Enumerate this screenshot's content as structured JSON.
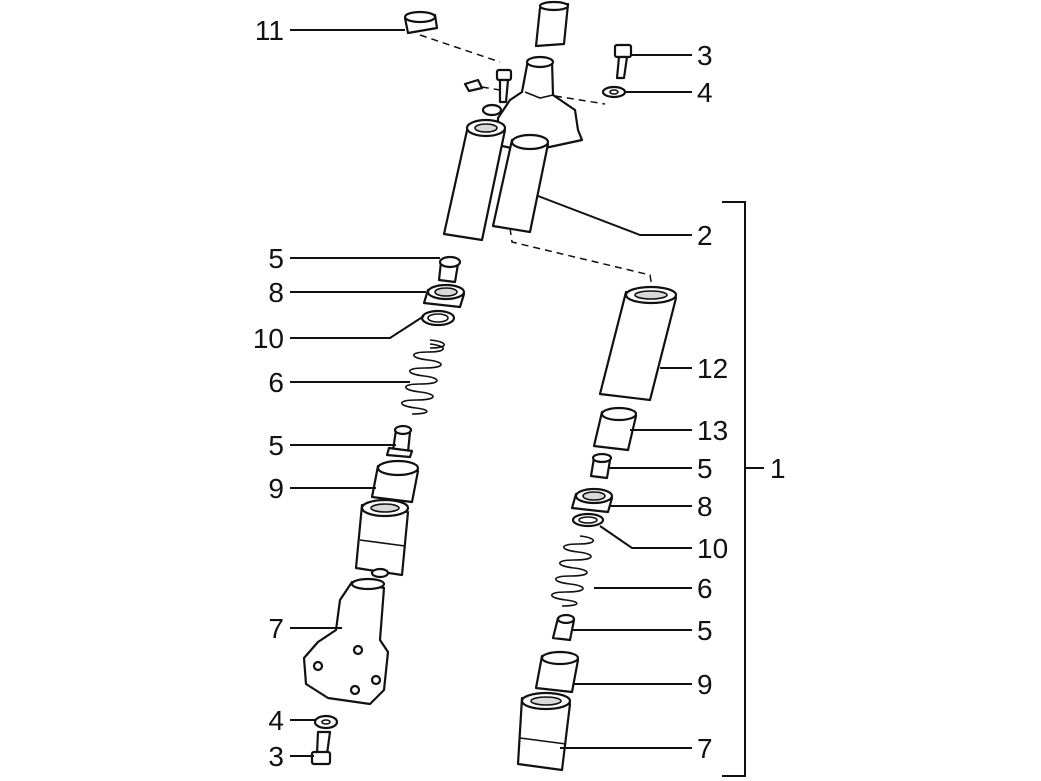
{
  "callouts": {
    "c11": "11",
    "c3_top": "3",
    "c4_top": "4",
    "c2": "2",
    "c1": "1",
    "c12": "12",
    "c13": "13",
    "c5_r1": "5",
    "c8_r": "8",
    "c10_r": "10",
    "c6_r": "6",
    "c5_r2": "5",
    "c9_r": "9",
    "c7_r": "7",
    "c5_l1": "5",
    "c8_l": "8",
    "c10_l": "10",
    "c6_l": "6",
    "c5_l2": "5",
    "c9_l": "9",
    "c7_l": "7",
    "c4_l": "4",
    "c3_l": "3"
  },
  "colors": {
    "ink": "#111111",
    "paper": "#ffffff",
    "shade": "#d9d9d9"
  }
}
